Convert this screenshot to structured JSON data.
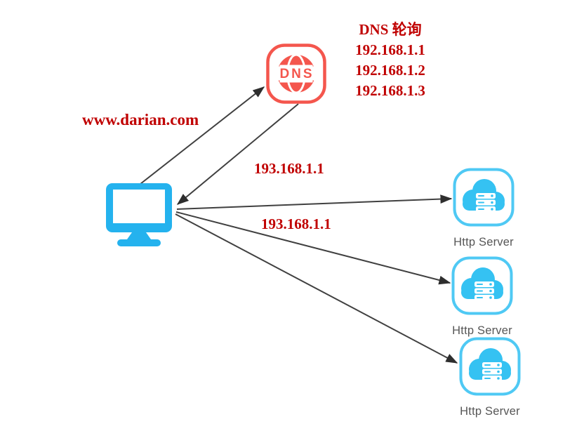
{
  "diagram": {
    "dns": {
      "icon_text": "DNS",
      "title": "DNS 轮询",
      "records": [
        "192.168.1.1",
        "192.168.1.2",
        "192.168.1.3"
      ]
    },
    "client": {
      "query_label": "www.darian.com"
    },
    "requests": {
      "ip_label_1": "193.168.1.1",
      "ip_label_2": "193.168.1.1"
    },
    "servers": [
      {
        "label": "Http Server"
      },
      {
        "label": "Http Server"
      },
      {
        "label": "Http Server"
      }
    ],
    "colors": {
      "red_icon": "#F4564D",
      "red_text": "#C00000",
      "cyan_monitor": "#24B2EE",
      "cyan_cloud": "#35C2F2",
      "cyan_border": "#4FC9F4",
      "arrow": "#3D3D3D",
      "server_label_text": "#565656"
    }
  }
}
